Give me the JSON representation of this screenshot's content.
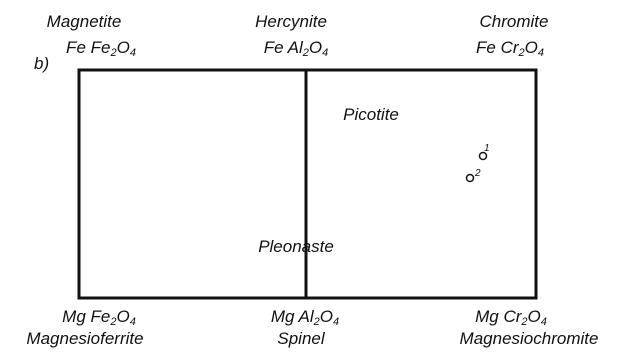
{
  "diagram": {
    "panel_label": "b)",
    "corners": {
      "top_left": {
        "name": "Magnetite",
        "formula_pre": "Fe Fe",
        "s1": "2",
        "formula_mid": "O",
        "s2": "4"
      },
      "top_middle": {
        "name": "Hercynite",
        "formula_pre": "Fe Al",
        "s1": "2",
        "formula_mid": "O",
        "s2": "4"
      },
      "top_right": {
        "name": "Chromite",
        "formula_pre": "Fe Cr",
        "s1": "2",
        "formula_mid": "O",
        "s2": "4"
      },
      "bottom_left": {
        "formula_pre": "Mg Fe",
        "s1": "2",
        "formula_mid": "O",
        "s2": "4",
        "name": "Magnesioferrite"
      },
      "bottom_middle": {
        "formula_pre": "Mg Al",
        "s1": "2",
        "formula_mid": "O",
        "s2": "4",
        "name": "Spinel"
      },
      "bottom_right": {
        "formula_pre": "Mg Cr",
        "s1": "2",
        "formula_mid": "O",
        "s2": "4",
        "name": "Magnesiochromite"
      }
    },
    "field_labels": {
      "picotite": "Picotite",
      "pleonaste": "Pleonaste"
    },
    "points": [
      {
        "label": "1"
      },
      {
        "label": "2"
      }
    ]
  }
}
